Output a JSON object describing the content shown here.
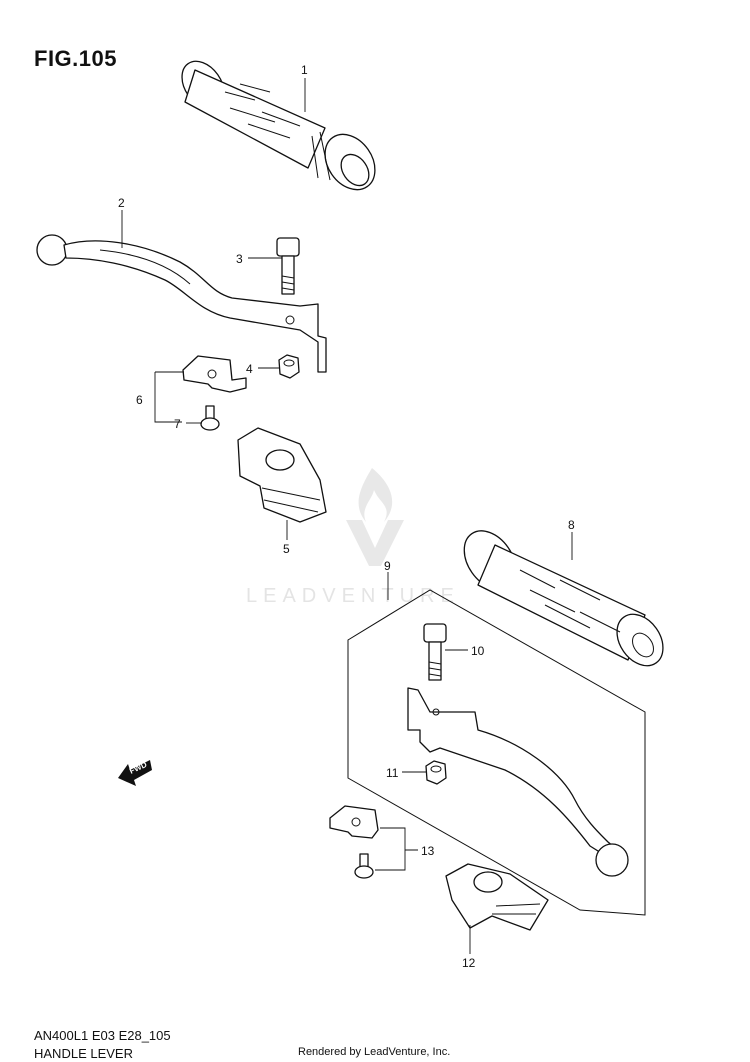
{
  "figure": {
    "title": "FIG.105"
  },
  "footer": {
    "model_code": "AN400L1 E03 E28_105",
    "diagram_name": "HANDLE LEVER",
    "credit": "Rendered by LeadVenture, Inc."
  },
  "watermark": {
    "text": "LEADVENTURE"
  },
  "fwd_arrow": {
    "label": "FWD"
  },
  "callouts": [
    "1",
    "2",
    "3",
    "4",
    "5",
    "6",
    "7",
    "8",
    "9",
    "10",
    "11",
    "12",
    "13"
  ]
}
